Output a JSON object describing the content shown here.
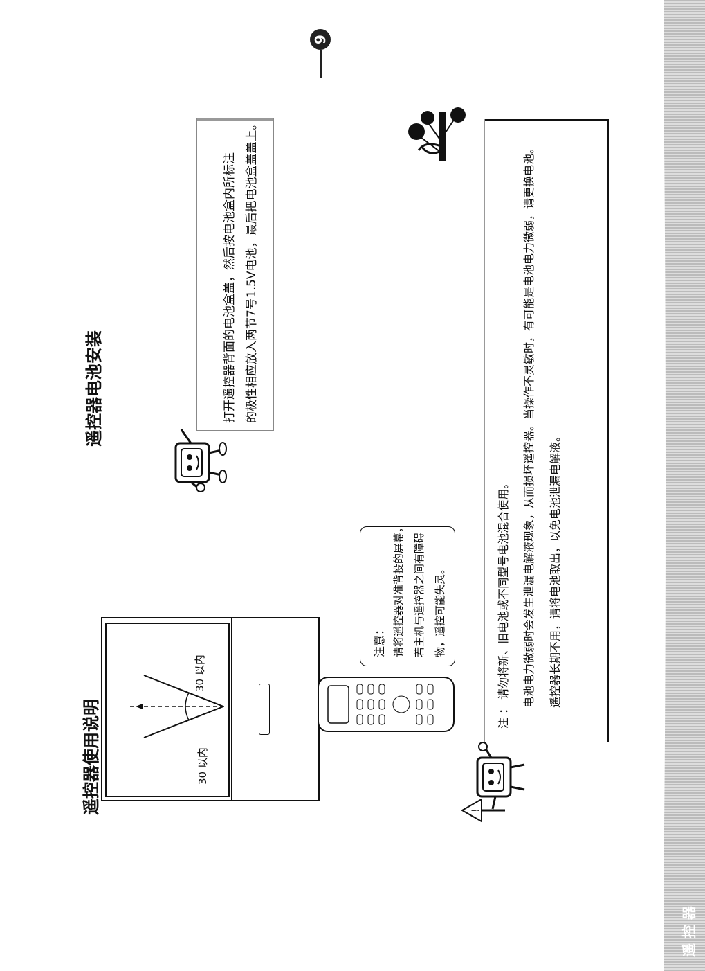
{
  "page": {
    "number": "9"
  },
  "section_remote": {
    "title": "遥控器使用说明",
    "angle_left": "30 以内",
    "angle_right": "30 以内",
    "caution": {
      "title": "注意：",
      "lines": [
        "请将遥控器对准背投的屏幕，",
        "若主机与遥控器之间有障碍",
        "物，遥控可能失灵。"
      ]
    },
    "notes": {
      "prefix": "注 ：",
      "lines": [
        "请勿将新、旧电池或不同型号电池混合使用。",
        "电池电力微弱时会发生泄漏电解液现象，从而损坏遥控器。当操作不灵敏时，有可能是电池电力微弱，请更换电池。",
        "遥控器长期不用，请将电池取出，以免电池泄漏电解液。"
      ]
    }
  },
  "section_battery": {
    "title": "遥控器电池安装",
    "instructions": [
      "打开遥控器背面的电池盒盖，然后按电池盒内所标注",
      "的极性相应放入两节7号1.5V电池，最后把电池盒盖盖上。"
    ]
  },
  "footer_band": {
    "text": "遥 控 器"
  }
}
